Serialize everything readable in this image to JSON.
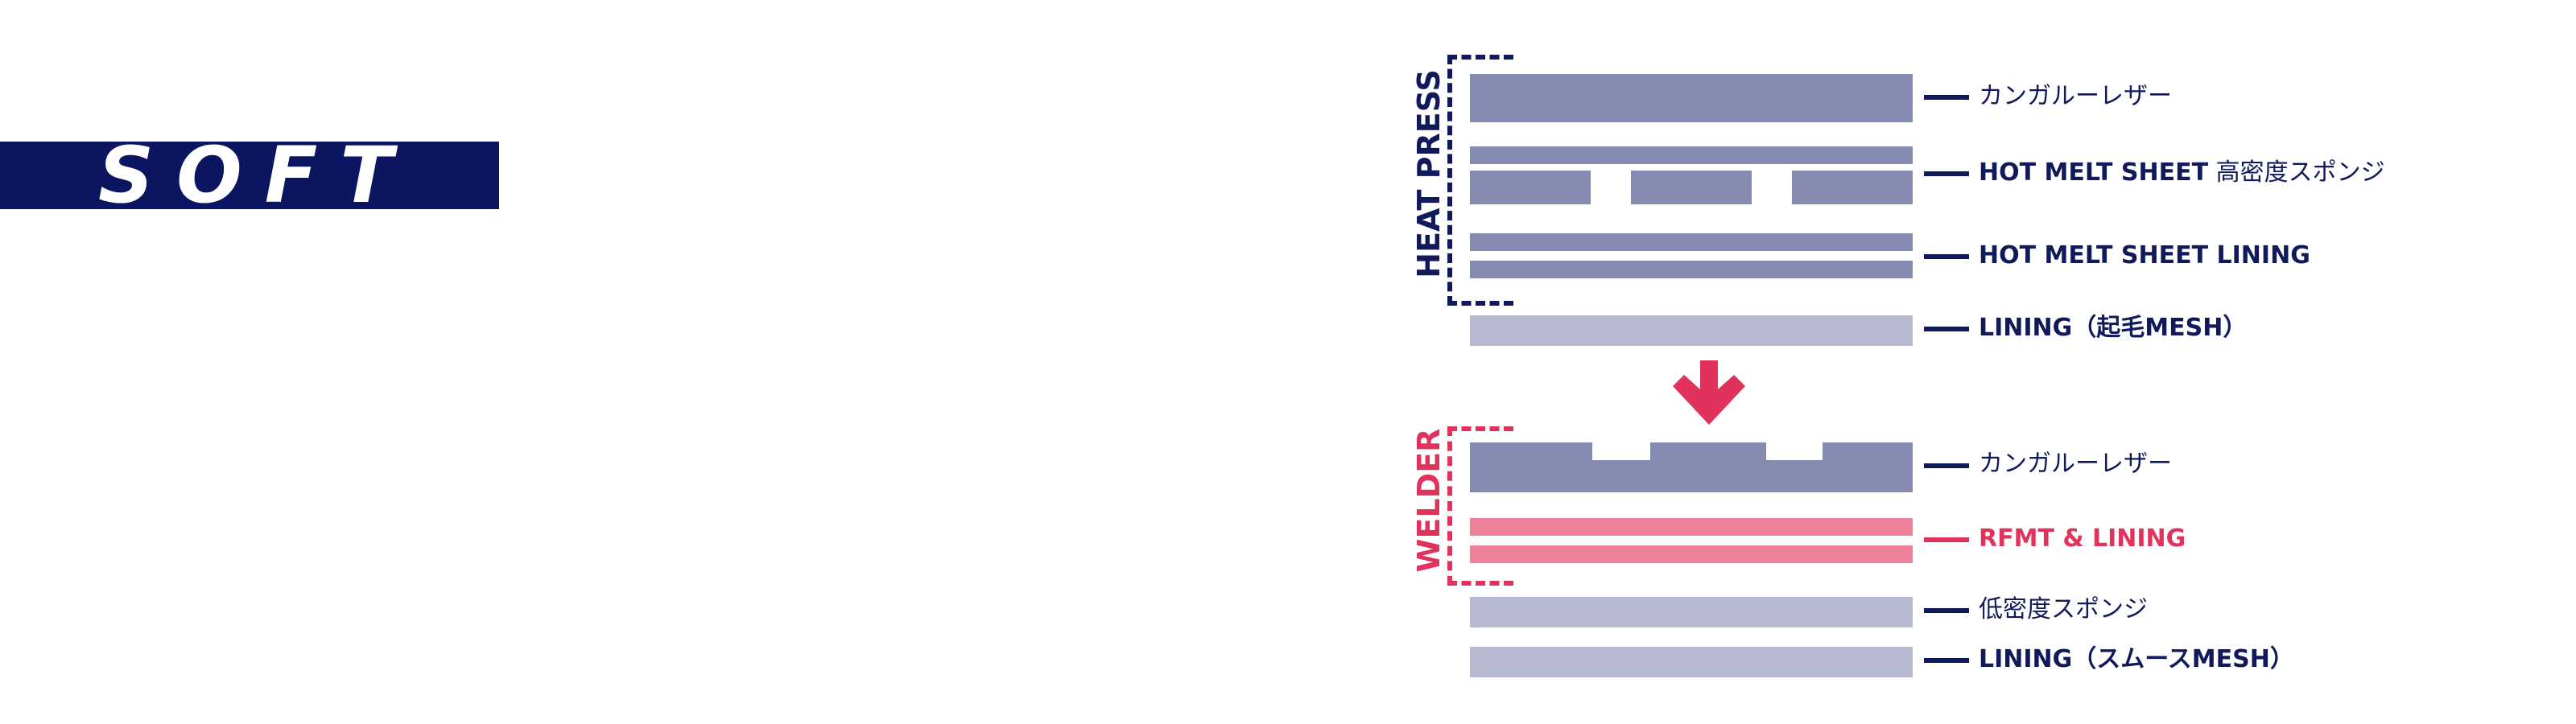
{
  "title": "SOFT",
  "colors": {
    "navy": "#10195a",
    "layer_dark": "#848ab0",
    "layer_light": "#b7b9d0",
    "red": "#e1325c",
    "pink": "#ec8199",
    "title_bg": "#0b1560"
  },
  "groups": {
    "heat_press": "HEAT PRESS",
    "welder": "WELDER"
  },
  "labels": {
    "kangaroo_top": "カンガルーレザー",
    "hot_melt_bold": "HOT MELT SHEET",
    "hot_melt_rest": " 高密度スポンジ",
    "hot_melt_lining": "HOT MELT SHEET LINING",
    "lining_kimo": "LINING（起毛MESH）",
    "kangaroo_bottom": "カンガルーレザー",
    "rfmt_lining": "RFMT & LINING",
    "low_density": "低密度スポンジ",
    "lining_smooth": "LINING（スムースMESH）"
  },
  "arrow": "down-arrow-icon"
}
